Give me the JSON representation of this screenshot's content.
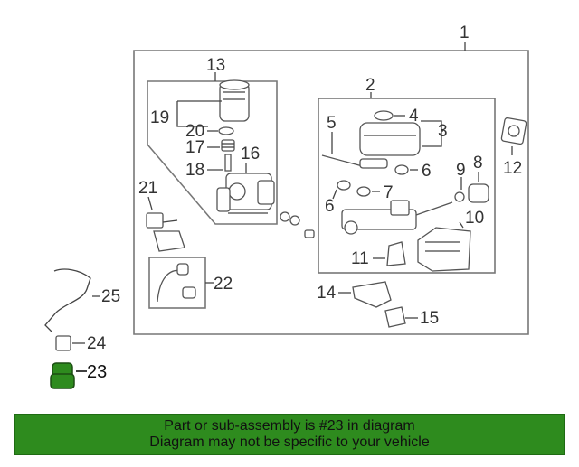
{
  "labels": {
    "p1": "1",
    "p2": "2",
    "p3": "3",
    "p4": "4",
    "p5": "5",
    "p6a": "6",
    "p6b": "6",
    "p7": "7",
    "p8": "8",
    "p9": "9",
    "p10": "10",
    "p11": "11",
    "p12": "12",
    "p13": "13",
    "p14": "14",
    "p15": "15",
    "p16": "16",
    "p17": "17",
    "p18": "18",
    "p19": "19",
    "p20": "20",
    "p21": "21",
    "p22": "22",
    "p23": "23",
    "p24": "24",
    "p25": "25"
  },
  "highlight": {
    "part": "23",
    "color": "#2e8b1e"
  },
  "footer": {
    "line1": "Part or sub-assembly is #23 in diagram",
    "line2": "Diagram may not be specific to your vehicle",
    "bg_color": "#2e8b1e"
  }
}
